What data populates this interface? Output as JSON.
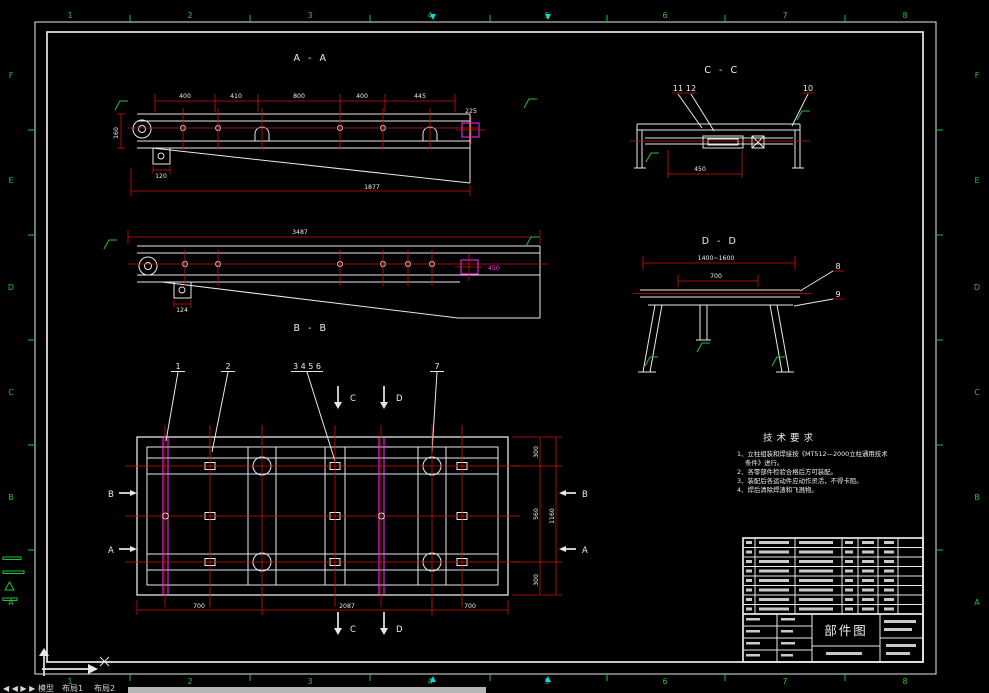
{
  "app": {
    "tabs_nav": "◀ ◀ ▶ ▶",
    "tabs": [
      "模型",
      "布局1",
      "布局2"
    ]
  },
  "border": {
    "top": [
      "1",
      "2",
      "3",
      "4",
      "5",
      "6",
      "7",
      "8"
    ],
    "bottom": [
      "1",
      "2",
      "3",
      "4",
      "5",
      "6",
      "7",
      "8"
    ],
    "left": [
      "F",
      "E",
      "D",
      "C",
      "B",
      "A"
    ],
    "right": [
      "F",
      "E",
      "D",
      "C",
      "B",
      "A"
    ]
  },
  "views": {
    "aa": {
      "label": "A - A",
      "dim_top": [
        "400",
        "410",
        "800",
        "400",
        "445"
      ],
      "dim_overall": "1877",
      "dim_left": "160",
      "dim_bracket": "120",
      "dim_right": "225"
    },
    "bb": {
      "label": "B - B",
      "dim_overall": "3487",
      "dim_bracket": "124",
      "dim_box": "450"
    },
    "cc": {
      "label": "C - C",
      "balloon_1": "11",
      "balloon_2": "12",
      "balloon_3": "10",
      "dim_1": "450"
    },
    "dd": {
      "label": "D - D",
      "balloon_1": "8",
      "balloon_2": "9",
      "dim_1": "1400~1600",
      "dim_2": "700"
    },
    "plan": {
      "balloon_1": "1",
      "balloon_2": "2",
      "balloon_3": "3 4 5 6",
      "balloon_4": "7",
      "sec_c": "C",
      "sec_d": "D",
      "sec_a": "A",
      "sec_b": "B",
      "dim_bottom": [
        "700",
        "2087",
        "700"
      ],
      "dim_right": [
        "300",
        "560",
        "300"
      ],
      "dim_right_overall": "1160"
    }
  },
  "tech": {
    "title": "技术要求",
    "lines": [
      "1、立柱组装和焊接按《MT512—2000立柱通用技术",
      "条件》进行。",
      "2、各零部件检验合格后方可装配。",
      "3、装配后各运动件应动作灵活，不得卡阻。",
      "4、焊后清除焊渣和飞溅物。"
    ]
  },
  "title_block": {
    "name": "部件图"
  }
}
